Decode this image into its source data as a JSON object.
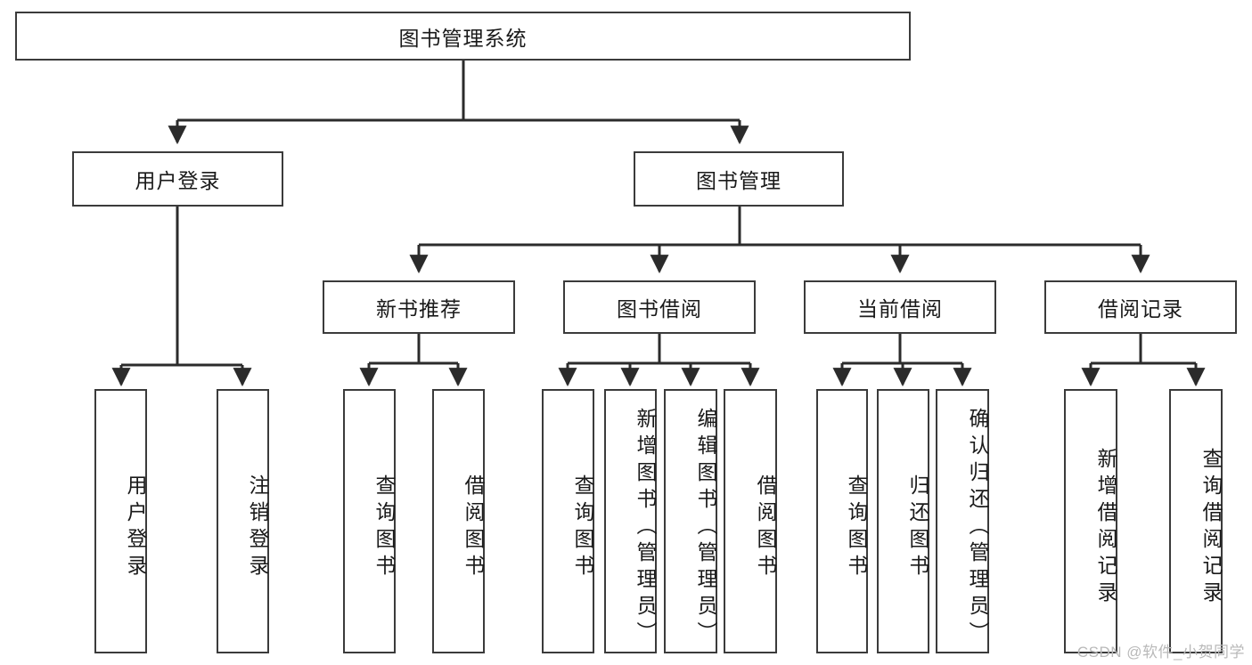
{
  "diagram": {
    "title": "图书管理系统",
    "type": "tree",
    "orientation": "top-down",
    "colors": {
      "box_border": "#3b3b3b",
      "box_fill": "#ffffff",
      "edge": "#2b2b2b",
      "text": "#1a1a1a",
      "watermark": "#b9b9b9"
    },
    "levels": {
      "root": {
        "label": "图书管理系统"
      },
      "level2": [
        {
          "id": "n-user-login",
          "label": "用户登录"
        },
        {
          "id": "n-book-manage",
          "label": "图书管理"
        }
      ],
      "level3": [
        {
          "id": "n-new-book-rec",
          "label": "新书推荐"
        },
        {
          "id": "n-book-borrow",
          "label": "图书借阅"
        },
        {
          "id": "n-current-borrow",
          "label": "当前借阅"
        },
        {
          "id": "n-borrow-record",
          "label": "借阅记录"
        }
      ],
      "leaves": {
        "user_login": [
          {
            "id": "leaf-user-login",
            "label": "用户登录"
          },
          {
            "id": "leaf-logout-login",
            "label": "注销登录"
          }
        ],
        "new_book_rec": [
          {
            "id": "leaf-query-book-1",
            "label": "查询图书"
          },
          {
            "id": "leaf-borrow-book-1",
            "label": "借阅图书"
          }
        ],
        "book_borrow": [
          {
            "id": "leaf-query-book-2",
            "label": "查询图书"
          },
          {
            "id": "leaf-add-book",
            "label": "新增图书（管理员）"
          },
          {
            "id": "leaf-edit-book",
            "label": "编辑图书（管理员）"
          },
          {
            "id": "leaf-borrow-book-2",
            "label": "借阅图书"
          }
        ],
        "current_borrow": [
          {
            "id": "leaf-query-book-3",
            "label": "查询图书"
          },
          {
            "id": "leaf-return-book",
            "label": "归还图书"
          },
          {
            "id": "leaf-confirm-return",
            "label": "确认归还（管理员）"
          }
        ],
        "borrow_record": [
          {
            "id": "leaf-add-record",
            "label": "新增借阅记录"
          },
          {
            "id": "leaf-query-record",
            "label": "查询借阅记录"
          }
        ]
      }
    },
    "watermark": "CSDN @软件_小贺同学"
  }
}
